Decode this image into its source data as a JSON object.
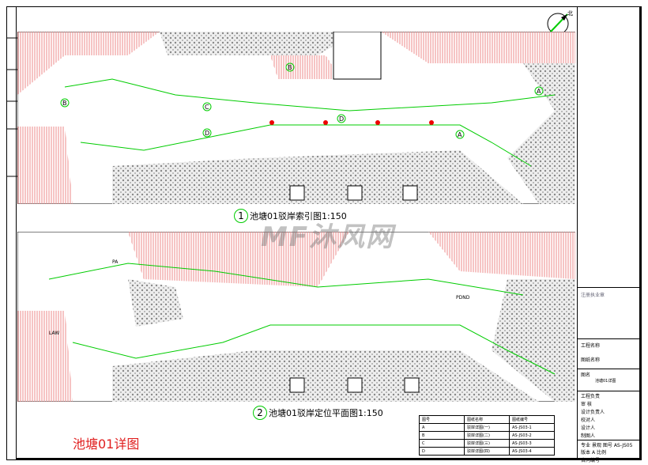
{
  "drawing": {
    "title": "池塘01详图",
    "north_label": "北",
    "watermark": "MF沐风网",
    "views": [
      {
        "number": "1",
        "caption": "池塘01驳岸索引图",
        "scale": "1:150"
      },
      {
        "number": "2",
        "caption": "池塘01驳岸定位平面图",
        "scale": "1:150"
      }
    ],
    "index_labels": [
      "A",
      "B",
      "C",
      "D"
    ],
    "plan_labels": [
      "PA",
      "LAW",
      "PDND"
    ]
  },
  "sheet_table": {
    "headers": [
      "图号",
      "图纸名称",
      "图纸编号"
    ],
    "rows": [
      [
        "A",
        "驳岸详图(一)",
        "AS-JS03-1"
      ],
      [
        "B",
        "驳岸详图(二)",
        "AS-JS03-2"
      ],
      [
        "C",
        "驳岸详图(三)",
        "AS-JS03-3"
      ],
      [
        "D",
        "驳岸详图(四)",
        "AS-JS03-4"
      ]
    ]
  },
  "title_block": {
    "stamp": "注册执业章",
    "project_name": "工程名称",
    "drawing_name": "图纸名称",
    "figure_label": "图名",
    "figure_name": "池塘01详图",
    "project_lead": "工程负责",
    "review": "审 核",
    "design_lead": "设计负责人",
    "checker": "校对人",
    "designer": "设计人",
    "drafter": "制图人",
    "discipline_label": "专业",
    "discipline": "景观",
    "drawing_no_label": "图号",
    "drawing_no": "AS-JS05",
    "version_label": "版本",
    "version": "A",
    "scale_label": "比例",
    "contract_label": "合同编号"
  }
}
